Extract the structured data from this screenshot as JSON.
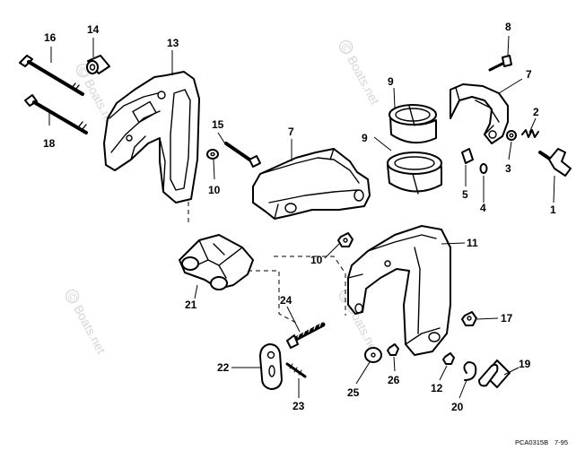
{
  "callouts": {
    "c1": "1",
    "c2": "2",
    "c3": "3",
    "c4": "4",
    "c5": "5",
    "c7a": "7",
    "c7b": "7",
    "c8": "8",
    "c9a": "9",
    "c9b": "9",
    "c10a": "10",
    "c10b": "10",
    "c11": "11",
    "c12": "12",
    "c13": "13",
    "c14": "14",
    "c15": "15",
    "c16": "16",
    "c17": "17",
    "c18": "18",
    "c19": "19",
    "c20": "20",
    "c21": "21",
    "c22": "22",
    "c23": "23",
    "c24": "24",
    "c25": "25",
    "c26": "26"
  },
  "watermark": {
    "text": "Boats.net",
    "symbol": "©"
  },
  "footer": {
    "drawing_code": "PCA0315B",
    "date_code": "7-95"
  }
}
